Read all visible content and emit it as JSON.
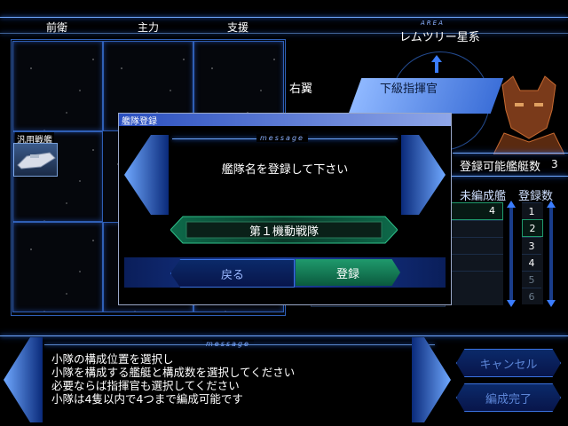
{
  "area_tag": "AREA",
  "area_name": "レムツリー星系",
  "positions": {
    "front": "前衛",
    "main": "主力",
    "support": "支援",
    "right_wing": "右翼"
  },
  "commander": "下級指揮官",
  "unit_label": "汎用戦艦",
  "registerable": {
    "label": "登録可能艦艇数",
    "value": "3"
  },
  "unorganized": {
    "label": "未編成艦",
    "count": "4"
  },
  "registered": {
    "label": "登録数",
    "numbers": [
      "1",
      "2",
      "3",
      "4",
      "5",
      "6"
    ],
    "selected": "2"
  },
  "dialog": {
    "title": "艦隊登録",
    "message_tag": "message",
    "prompt": "艦隊名を登録して下さい",
    "fleet_name": "第１機動戦隊",
    "back_label": "戻る",
    "register_label": "登録"
  },
  "bottom": {
    "message_tag": "message",
    "lines": [
      "小隊の構成位置を選択し",
      "小隊を構成する艦艇と構成数を選択してください",
      "必要ならば指揮官も選択してください",
      "小隊は4隻以内で4つまで編成可能です"
    ],
    "cancel_label": "キャンセル",
    "done_label": "編成完了"
  },
  "colors": {
    "accent_blue": "#3b7dff",
    "accent_green": "#1f9a6c",
    "dialog_title_bar": "#2f57c8"
  }
}
